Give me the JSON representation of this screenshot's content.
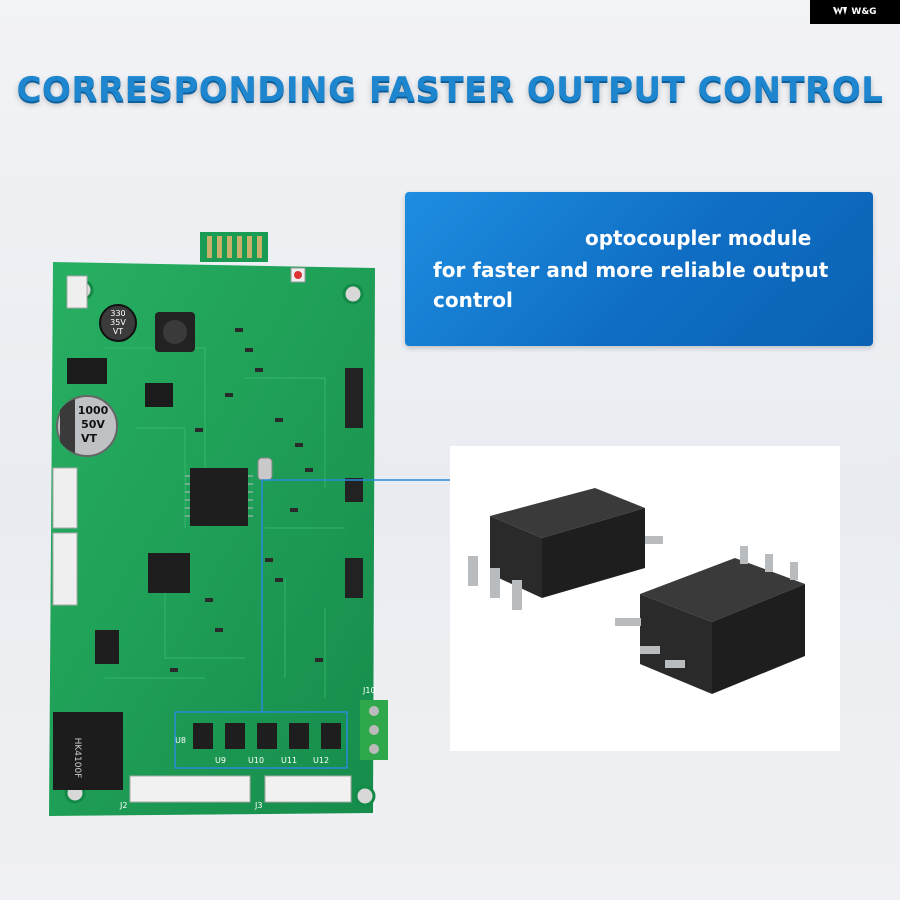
{
  "brand": {
    "label": "W&G",
    "icon": "wg-logo-icon"
  },
  "headline": {
    "text": "CORRESPONDING FASTER OUTPUT CONTROL"
  },
  "info_banner": {
    "line1": "optocoupler module",
    "line2": "for faster and more reliable output",
    "line3": "control"
  },
  "pcb_labels": {
    "cap1_top": "330",
    "cap1_mid": "35V",
    "cap1_bot": "VT",
    "cap2_top": "1000",
    "cap2_mid": "50V",
    "cap2_bot": "VT",
    "relay": "HK4100F",
    "chips": [
      "U8",
      "U9",
      "U10",
      "U11",
      "U12"
    ],
    "connectors": [
      "J2",
      "J3",
      "J10"
    ]
  },
  "colors": {
    "headline": "#1d86cf",
    "banner": "#0f6ec4",
    "pcb": "#1fa35a",
    "lead_line": "#2a8ad8"
  }
}
